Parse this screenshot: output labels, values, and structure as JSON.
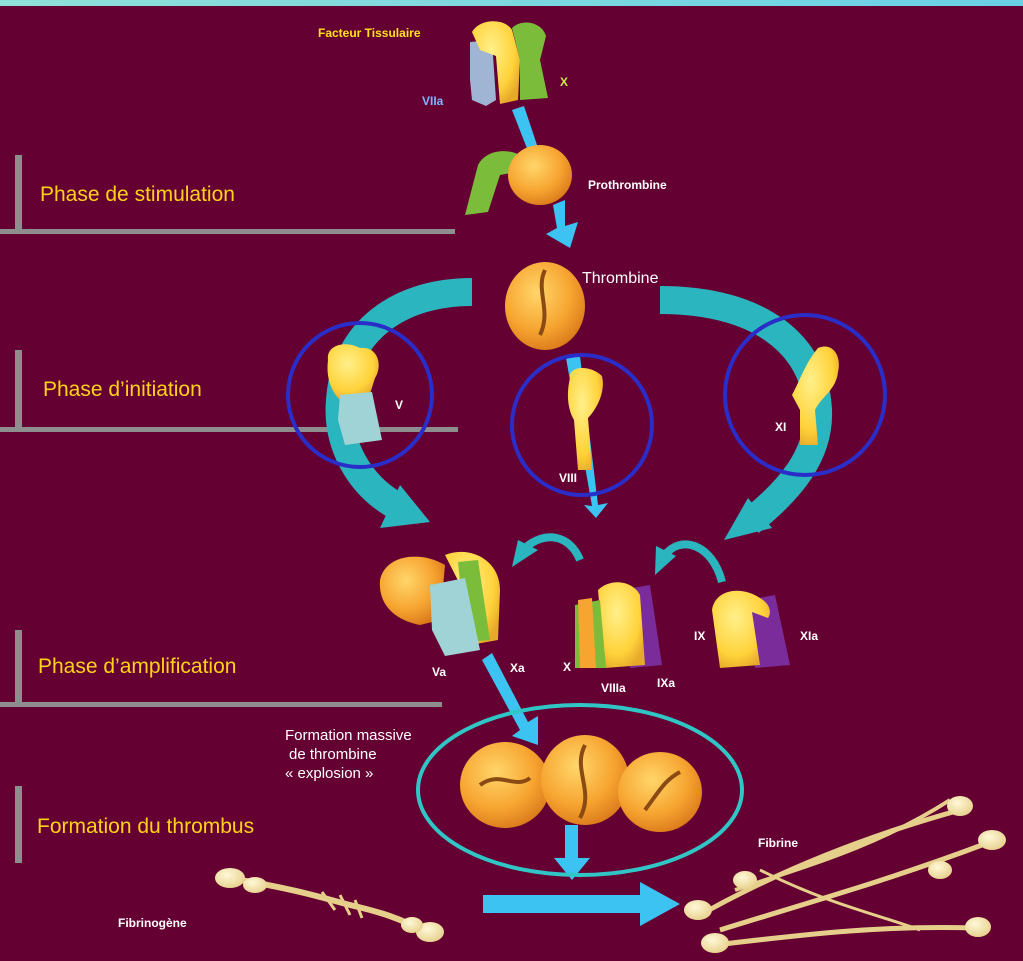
{
  "phases": {
    "stimulation": "Phase de stimulation",
    "initiation": "Phase d’initiation",
    "amplification": "Phase d’amplification",
    "thrombus": "Formation du thrombus"
  },
  "labels": {
    "facteur_tissulaire": "Facteur Tissulaire",
    "viia": "VIIa",
    "x_top": "X",
    "prothrombine": "Prothrombine",
    "thrombine": "Thrombine",
    "v": "V",
    "viii": "VIII",
    "xi": "XI",
    "va": "Va",
    "xa": "Xa",
    "x_mid": "X",
    "viiia": "VIIIa",
    "ixa": "IXa",
    "ix": "IX",
    "xia": "XIa",
    "formation_line1": "Formation massive",
    "formation_line2": "de thrombine",
    "formation_line3": "« explosion »",
    "fibrine": "Fibrine",
    "fibrinogene": "Fibrinogène"
  },
  "colors": {
    "background": "#650032",
    "phase_text": "#ffd21a",
    "teal_arrow": "#2bb5bf",
    "blue_arrow": "#3cc3f2",
    "circle_blue": "#2a2dc8",
    "ellipse_cyan": "#30c6c6",
    "protein_orange": "#f7a531",
    "protein_yellow": "#ffd23a",
    "protein_green": "#7bbd3a",
    "protein_lightblue": "#9fd3d6",
    "protein_purple": "#7a2d9a"
  }
}
